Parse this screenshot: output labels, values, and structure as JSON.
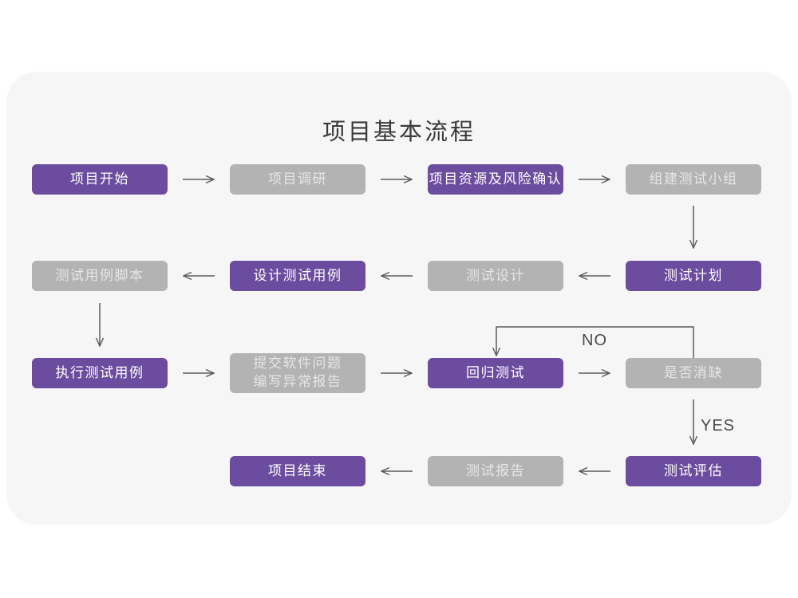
{
  "flowchart": {
    "title": "项目基本流程",
    "nodes": [
      {
        "label": "项目开始",
        "type": "purple"
      },
      {
        "label": "项目调研",
        "type": "gray"
      },
      {
        "label": "项目资源及风险确认",
        "type": "purple"
      },
      {
        "label": "组建测试小组",
        "type": "gray"
      },
      {
        "label": "测试用例脚本",
        "type": "gray"
      },
      {
        "label": "设计测试用例",
        "type": "purple"
      },
      {
        "label": "测试设计",
        "type": "gray"
      },
      {
        "label": "测试计划",
        "type": "purple"
      },
      {
        "label": "执行测试用例",
        "type": "purple"
      },
      {
        "label": "提交软件问题\n编写异常报告",
        "type": "gray"
      },
      {
        "label": "回归测试",
        "type": "purple"
      },
      {
        "label": "是否消缺",
        "type": "gray"
      },
      {
        "label": "项目结束",
        "type": "purple"
      },
      {
        "label": "测试报告",
        "type": "gray"
      },
      {
        "label": "测试评估",
        "type": "purple"
      }
    ],
    "decision_labels": {
      "no": "NO",
      "yes": "YES"
    },
    "edges": [
      {
        "from": "项目开始",
        "to": "项目调研"
      },
      {
        "from": "项目调研",
        "to": "项目资源及风险确认"
      },
      {
        "from": "项目资源及风险确认",
        "to": "组建测试小组"
      },
      {
        "from": "组建测试小组",
        "to": "测试计划"
      },
      {
        "from": "测试计划",
        "to": "测试设计"
      },
      {
        "from": "测试设计",
        "to": "设计测试用例"
      },
      {
        "from": "设计测试用例",
        "to": "测试用例脚本"
      },
      {
        "from": "测试用例脚本",
        "to": "执行测试用例"
      },
      {
        "from": "执行测试用例",
        "to": "提交软件问题\n编写异常报告"
      },
      {
        "from": "提交软件问题\n编写异常报告",
        "to": "回归测试"
      },
      {
        "from": "回归测试",
        "to": "是否消缺"
      },
      {
        "from": "是否消缺",
        "to": "回归测试",
        "label": "NO"
      },
      {
        "from": "是否消缺",
        "to": "测试评估",
        "label": "YES"
      },
      {
        "from": "测试评估",
        "to": "测试报告"
      },
      {
        "from": "测试报告",
        "to": "项目结束"
      }
    ],
    "colors": {
      "accent_purple": "#6b4c9e",
      "node_gray": "#b3b3b3",
      "card_background": "#f6f6f6",
      "page_background": "#ffffff",
      "arrow": "#5b5b5b"
    }
  }
}
